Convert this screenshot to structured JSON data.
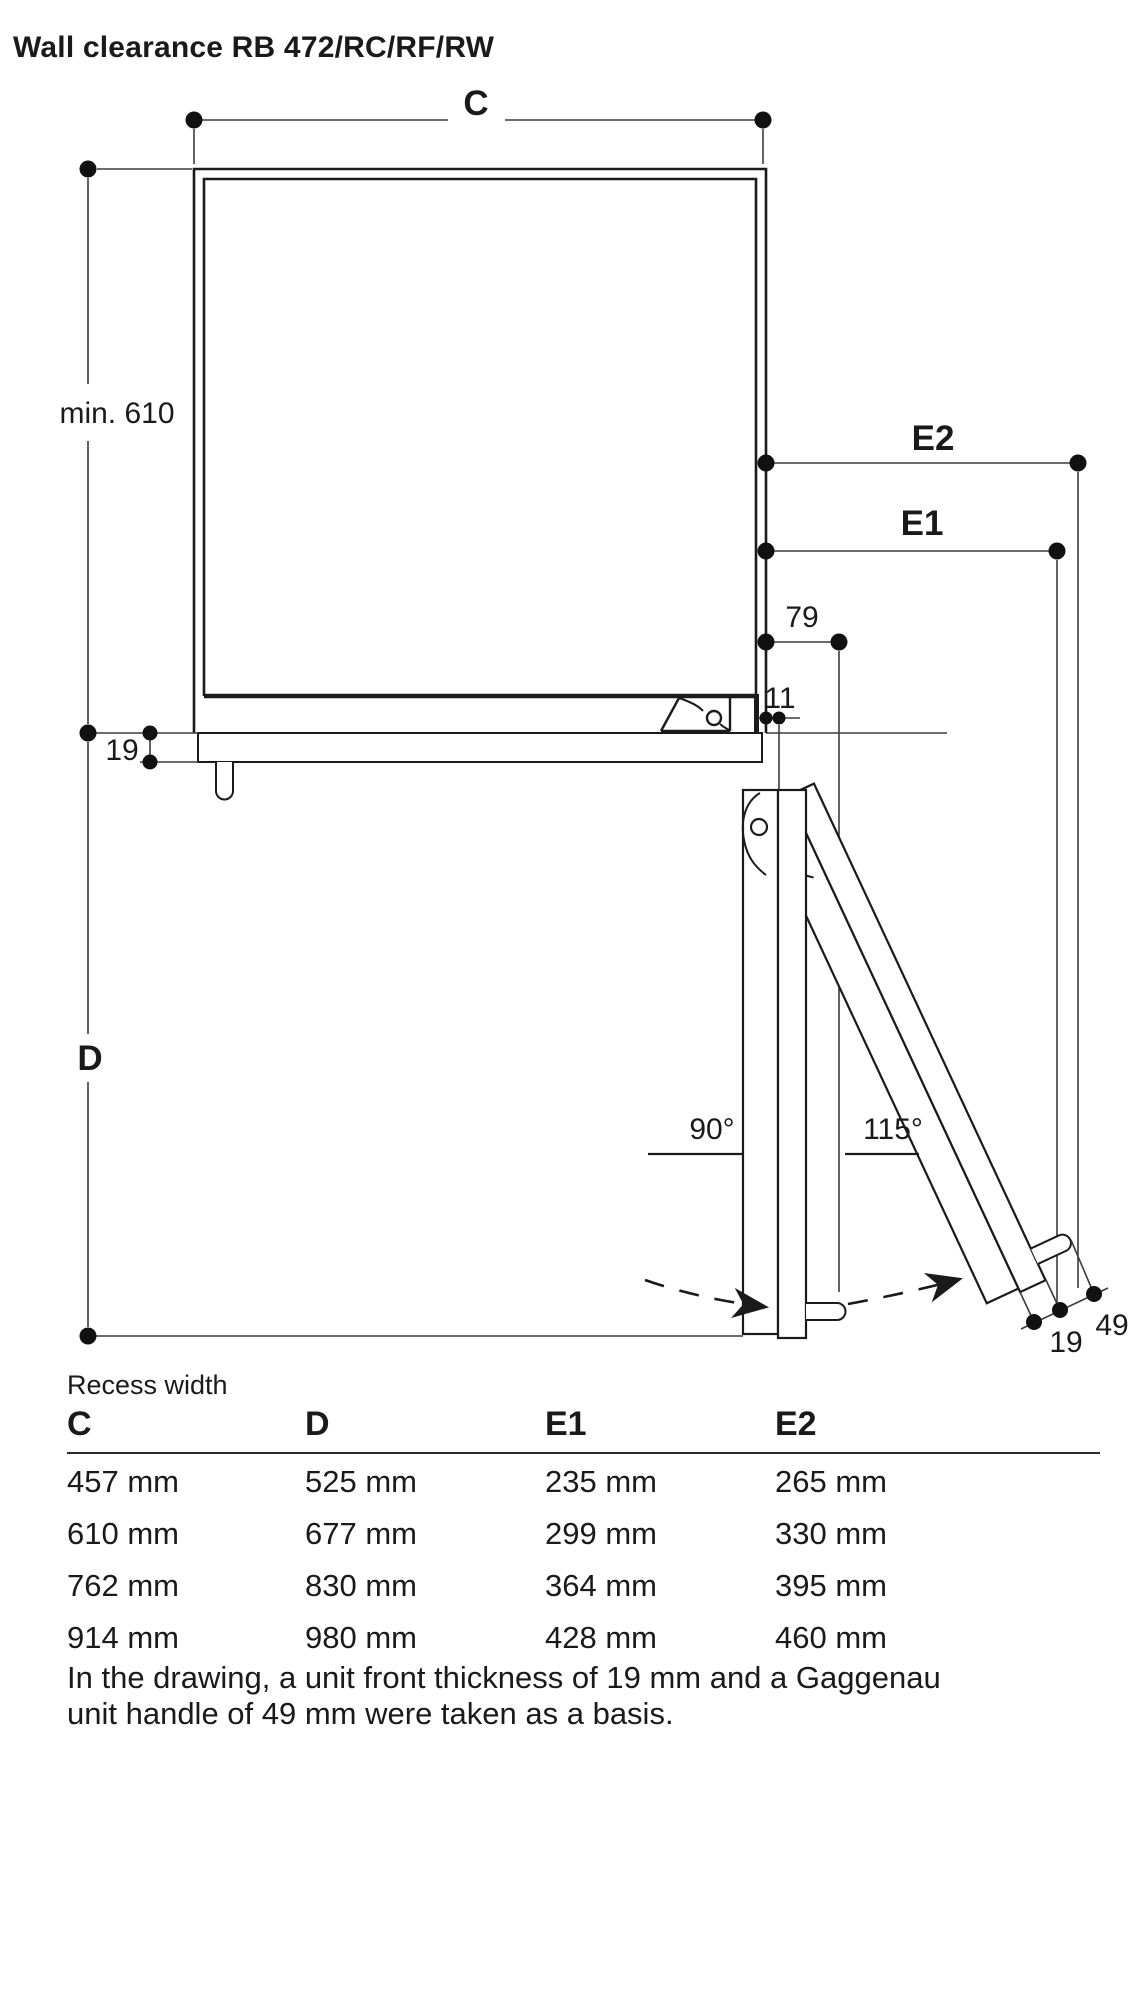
{
  "title": "Wall clearance RB 472/RC/RF/RW",
  "drawing": {
    "labels": {
      "c": "C",
      "d": "D",
      "e1": "E1",
      "e2": "E2",
      "min_depth": "min. 610",
      "hinge_offset": "79",
      "door_gap": "11",
      "angle_90": "90°",
      "angle_115": "115°",
      "front_thickness_left": "19",
      "front_thickness_right": "19",
      "handle_depth": "49"
    }
  },
  "table": {
    "caption": "Recess width",
    "columns": {
      "c": "C",
      "d": "D",
      "e1": "E1",
      "e2": "E2"
    },
    "rows": [
      {
        "c": "457 mm",
        "d": "525 mm",
        "e1": "235 mm",
        "e2": "265 mm"
      },
      {
        "c": "610 mm",
        "d": "677 mm",
        "e1": "299 mm",
        "e2": "330 mm"
      },
      {
        "c": "762 mm",
        "d": "830 mm",
        "e1": "364 mm",
        "e2": "395 mm"
      },
      {
        "c": "914 mm",
        "d": "980 mm",
        "e1": "428 mm",
        "e2": "460 mm"
      }
    ]
  },
  "footnote": {
    "line1": "In the drawing, a unit front thickness of 19 mm and a Gaggenau",
    "line2": "unit handle of 49 mm were taken as a basis."
  },
  "colors": {
    "ink": "#1a1a1a",
    "dim_line": "#3c3c3c",
    "background": "#ffffff"
  }
}
